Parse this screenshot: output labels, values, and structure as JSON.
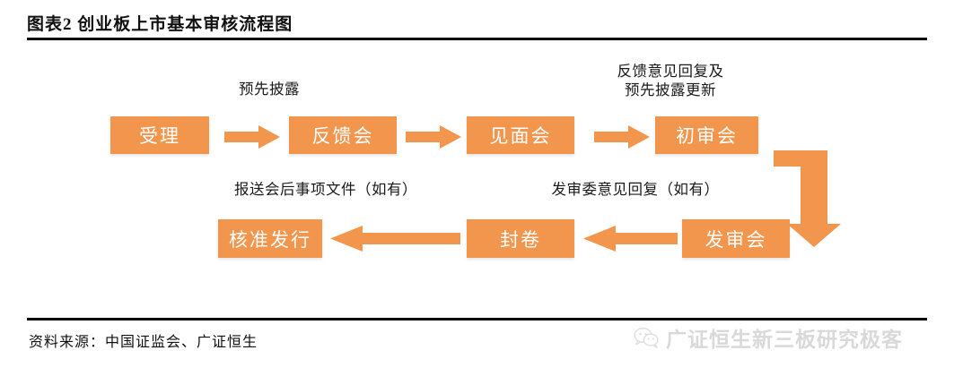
{
  "header": {
    "title": "图表2  创业板上市基本审核流程图"
  },
  "footer": {
    "source": "资料来源：中国证监会、广证恒生",
    "watermark": "广证恒生新三板研究极客",
    "watermark_icon": "wechat-icon"
  },
  "colors": {
    "node_fill": "#f2954d",
    "arrow_fill": "#f2954d",
    "node_text": "#ffffff",
    "label_text": "#1a1a1a",
    "rule": "#000000",
    "watermark": "#d9d9d9"
  },
  "chart_data": {
    "type": "diagram",
    "title": "图表2  创业板上市基本审核流程图",
    "nodes": [
      {
        "id": "shouli",
        "label": "受理",
        "row": 1,
        "order": 1
      },
      {
        "id": "fankuihui",
        "label": "反馈会",
        "row": 1,
        "order": 2
      },
      {
        "id": "jianmianhui",
        "label": "见面会",
        "row": 1,
        "order": 3
      },
      {
        "id": "chushenhui",
        "label": "初审会",
        "row": 1,
        "order": 4
      },
      {
        "id": "fashenhui",
        "label": "发审会",
        "row": 2,
        "order": 5
      },
      {
        "id": "fengjuan",
        "label": "封卷",
        "row": 2,
        "order": 6
      },
      {
        "id": "hezhunfaxing",
        "label": "核准发行",
        "row": 2,
        "order": 7
      }
    ],
    "edges": [
      {
        "from": "shouli",
        "to": "fankuihui",
        "label": "预先披露",
        "direction": "right"
      },
      {
        "from": "fankuihui",
        "to": "jianmianhui",
        "label": "",
        "direction": "right"
      },
      {
        "from": "jianmianhui",
        "to": "chushenhui",
        "label": "反馈意见回复及\n预先披露更新",
        "direction": "right"
      },
      {
        "from": "chushenhui",
        "to": "fashenhui",
        "label": "",
        "direction": "elbow-right-down"
      },
      {
        "from": "fashenhui",
        "to": "fengjuan",
        "label": "发审委意见回复（如有）",
        "direction": "left"
      },
      {
        "from": "fengjuan",
        "to": "hezhunfaxing",
        "label": "报送会后事项文件（如有）",
        "direction": "left"
      }
    ]
  },
  "nodes": {
    "shouli": "受理",
    "fankuihui": "反馈会",
    "jianmianhui": "见面会",
    "chushenhui": "初审会",
    "fashenhui": "发审会",
    "fengjuan": "封卷",
    "hezhunfaxing": "核准发行"
  },
  "labels": {
    "pre_disclosure": "预先披露",
    "feedback_reply": "反馈意见回复及\n预先披露更新",
    "committee_reply": "发审委意见回复（如有）",
    "post_meeting_docs": "报送会后事项文件（如有）"
  }
}
